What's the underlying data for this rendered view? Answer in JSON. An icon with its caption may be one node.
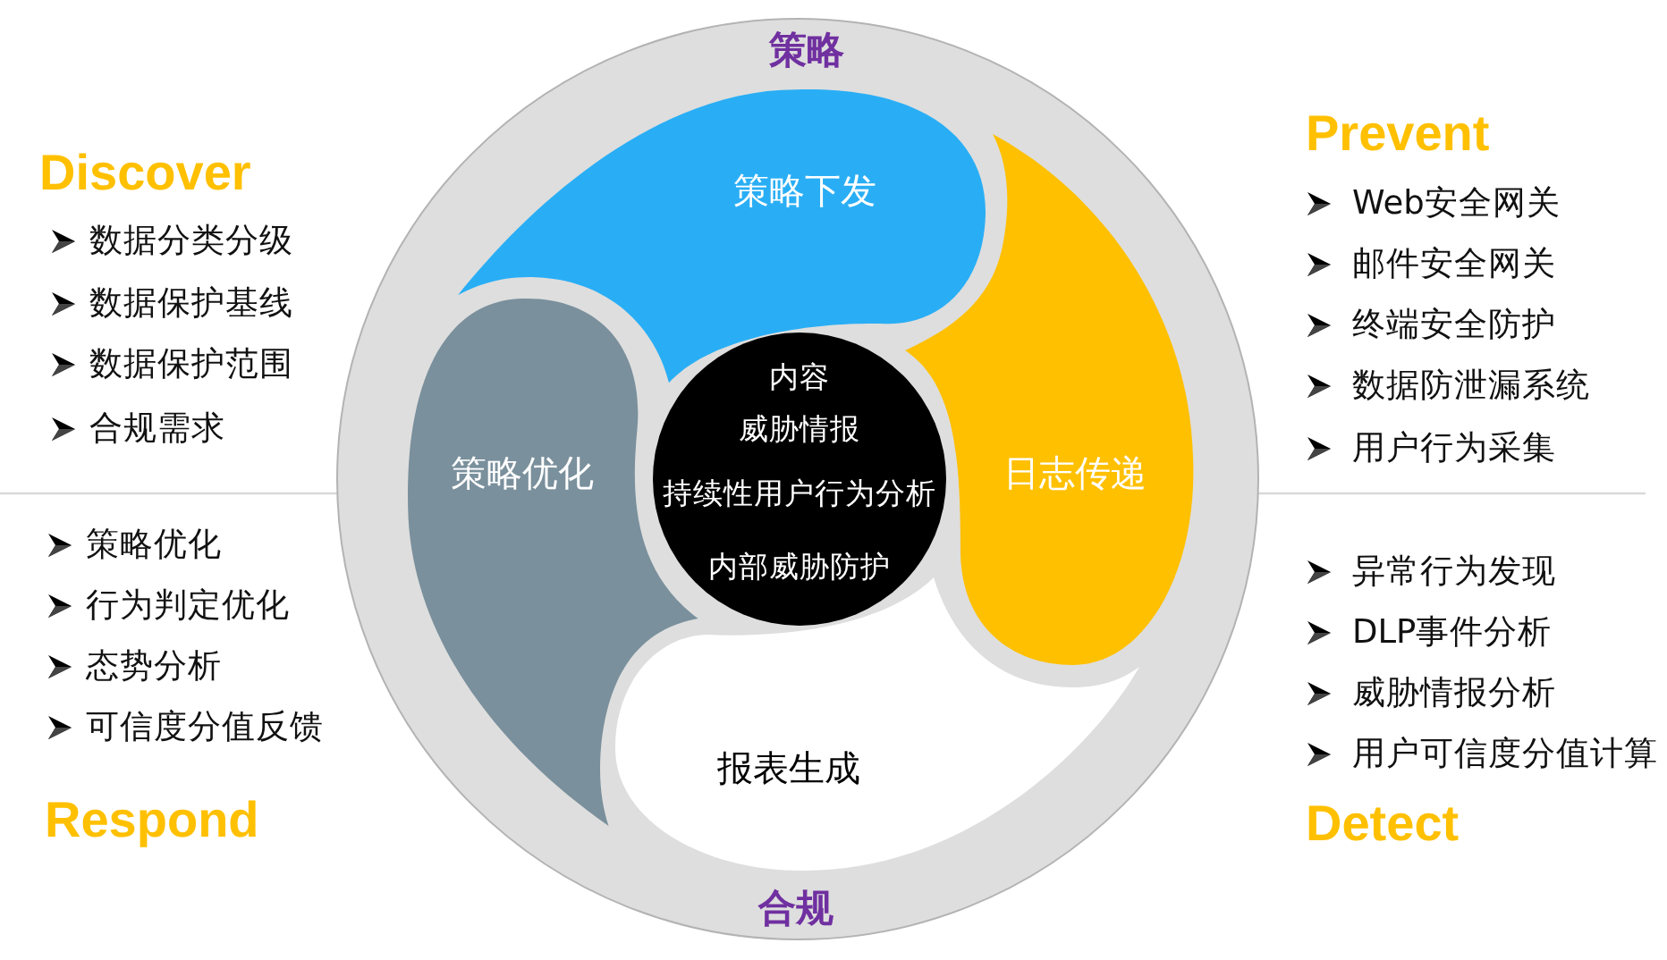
{
  "diagram": {
    "nodes": [
      {
        "text": [
          "策略",
          "合规"
        ]
      },
      {
        "text": [
          "策略下发"
        ],
        "in": 0
      },
      {
        "text": [
          "日志传递"
        ],
        "in": 0
      },
      {
        "text": [
          "报表生成"
        ],
        "in": 0
      },
      {
        "text": [
          "策略优化"
        ],
        "in": 0
      },
      {
        "text": [
          "内容",
          "威胁情报",
          "持续性用户行为分析",
          "内部威胁防护"
        ],
        "in": 0
      }
    ],
    "labels": [
      "Discover",
      "数据分类分级",
      "数据保护基线",
      "数据保护范围",
      "合规需求",
      "Prevent",
      "Web安全网关",
      "邮件安全网关",
      "终端安全防护",
      "数据防泄漏系统",
      "用户行为采集",
      "策略优化",
      "行为判定优化",
      "态势分析",
      "可信度分值反馈",
      "Respond",
      "异常行为发现",
      "DLP事件分析",
      "威胁情报分析",
      "用户可信度分值计算",
      "Detect"
    ]
  }
}
